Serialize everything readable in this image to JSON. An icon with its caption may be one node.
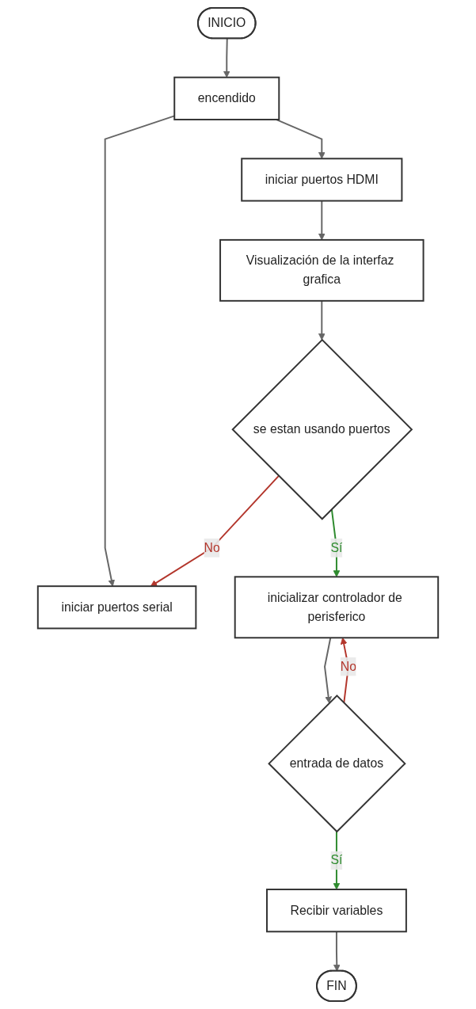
{
  "diagram": {
    "nodes": [
      {
        "text": [
          "INICIO"
        ]
      },
      {
        "text": [
          "encendido"
        ]
      },
      {
        "text": [
          "iniciar puertos serial"
        ]
      },
      {
        "text": [
          "iniciar puertos HDMI"
        ]
      },
      {
        "text": [
          "Visualización de la interfaz grafica"
        ]
      },
      {
        "text": [
          "se estan usando puertos"
        ]
      },
      {
        "text": [
          "inicializar controlador de perisferico"
        ]
      },
      {
        "text": [
          "entrada de datos"
        ]
      },
      {
        "text": [
          "Recibir variables"
        ]
      },
      {
        "text": [
          "FIN"
        ]
      }
    ],
    "edges": [
      {
        "from": 0,
        "to": 1,
        "arrow": "to"
      },
      {
        "from": 1,
        "to": 2,
        "arrow": "to"
      },
      {
        "from": 1,
        "to": 3,
        "arrow": "to"
      },
      {
        "from": 3,
        "to": 4,
        "arrow": "to"
      },
      {
        "from": 4,
        "to": 5,
        "arrow": "to"
      },
      {
        "from": 5,
        "to": 2,
        "arrow": "to",
        "label": "No",
        "color": "#b3362c"
      },
      {
        "from": 5,
        "to": 6,
        "arrow": "to",
        "label": "Sí",
        "color": "#2e8b2e"
      },
      {
        "from": 6,
        "to": 7,
        "arrow": "to"
      },
      {
        "from": 7,
        "to": 6,
        "arrow": "to",
        "label": "No",
        "color": "#b3362c"
      },
      {
        "from": 7,
        "to": 8,
        "arrow": "to",
        "label": "Sí",
        "color": "#2e8b2e"
      },
      {
        "from": 8,
        "to": 9,
        "arrow": "to"
      }
    ]
  }
}
